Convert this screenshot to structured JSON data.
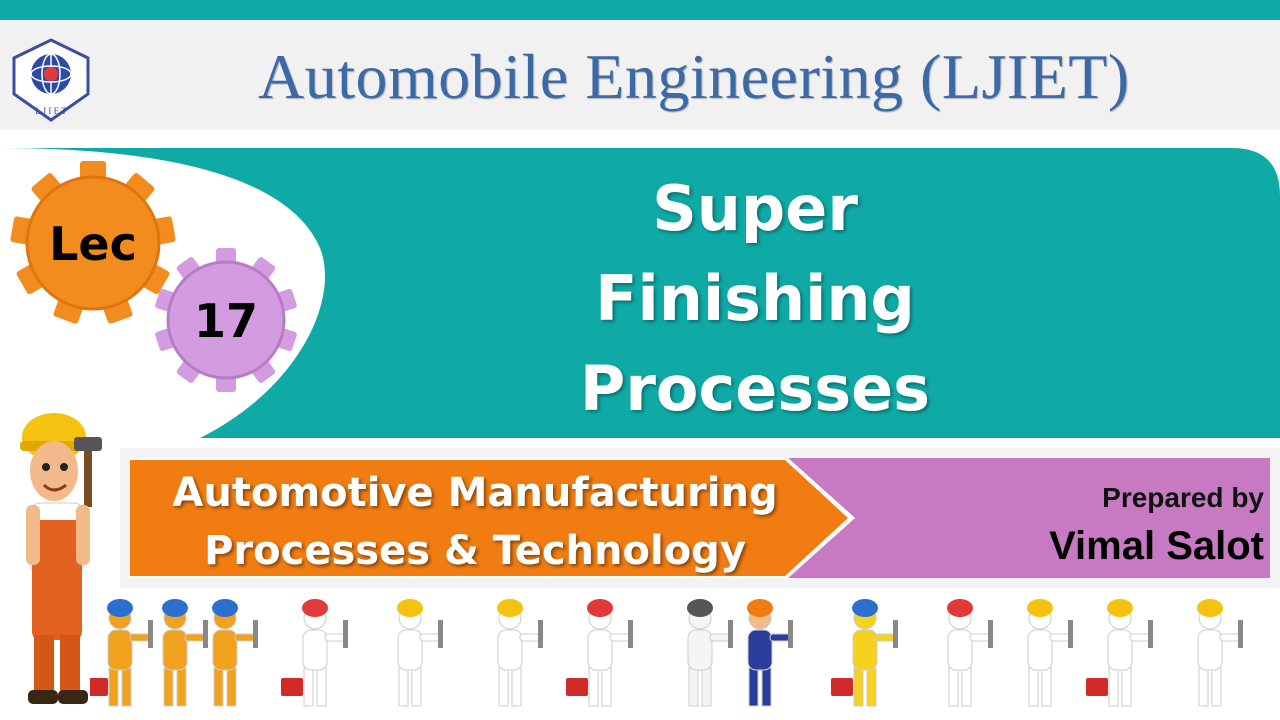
{
  "header": {
    "title": "Automobile Engineering (LJIET)",
    "logo_text": "L J I E T"
  },
  "lecture": {
    "prefix": "Lec",
    "number": "17"
  },
  "topic": {
    "lines": [
      "Super",
      "Finishing",
      "Processes"
    ]
  },
  "course": {
    "lines": [
      "Automotive Manufacturing",
      "Processes & Technology"
    ]
  },
  "author": {
    "label": "Prepared by",
    "name": "Vimal Salot"
  },
  "colors": {
    "teal": "#0fa9a6",
    "header_text": "#3c6aa6",
    "orange": "#f07c12",
    "gear_orange": "#f28c1e",
    "gear_pink": "#d39be0",
    "pink_band": "#c77ac2"
  },
  "icons": [
    "university-logo",
    "gear-icon",
    "construction-worker-mascot",
    "worker-figure-group"
  ]
}
